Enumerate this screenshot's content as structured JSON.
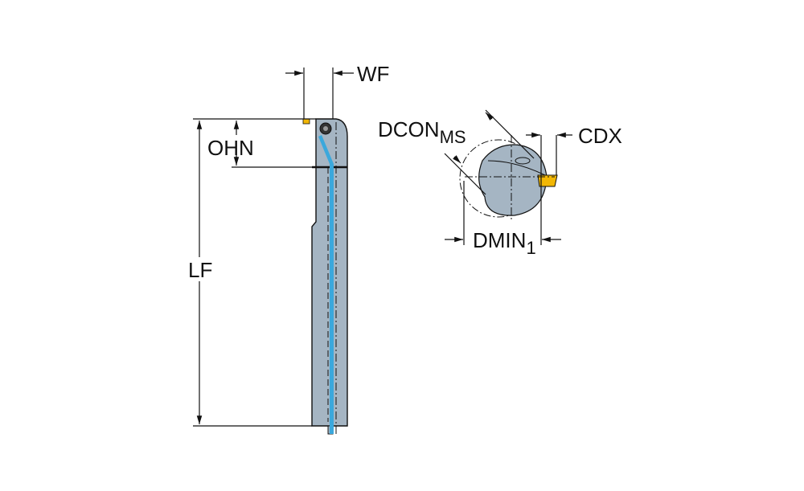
{
  "labels": {
    "wf": "WF",
    "ohn": "OHN",
    "lf": "LF",
    "dcon": "DCON",
    "dcon_sub": "MS",
    "cdx": "CDX",
    "dmin": "DMIN",
    "dmin_sub": "1"
  },
  "colors": {
    "body": "#a5b5c3",
    "coolant": "#3ba8dc",
    "insert": "#f2b705",
    "line": "#111111"
  }
}
